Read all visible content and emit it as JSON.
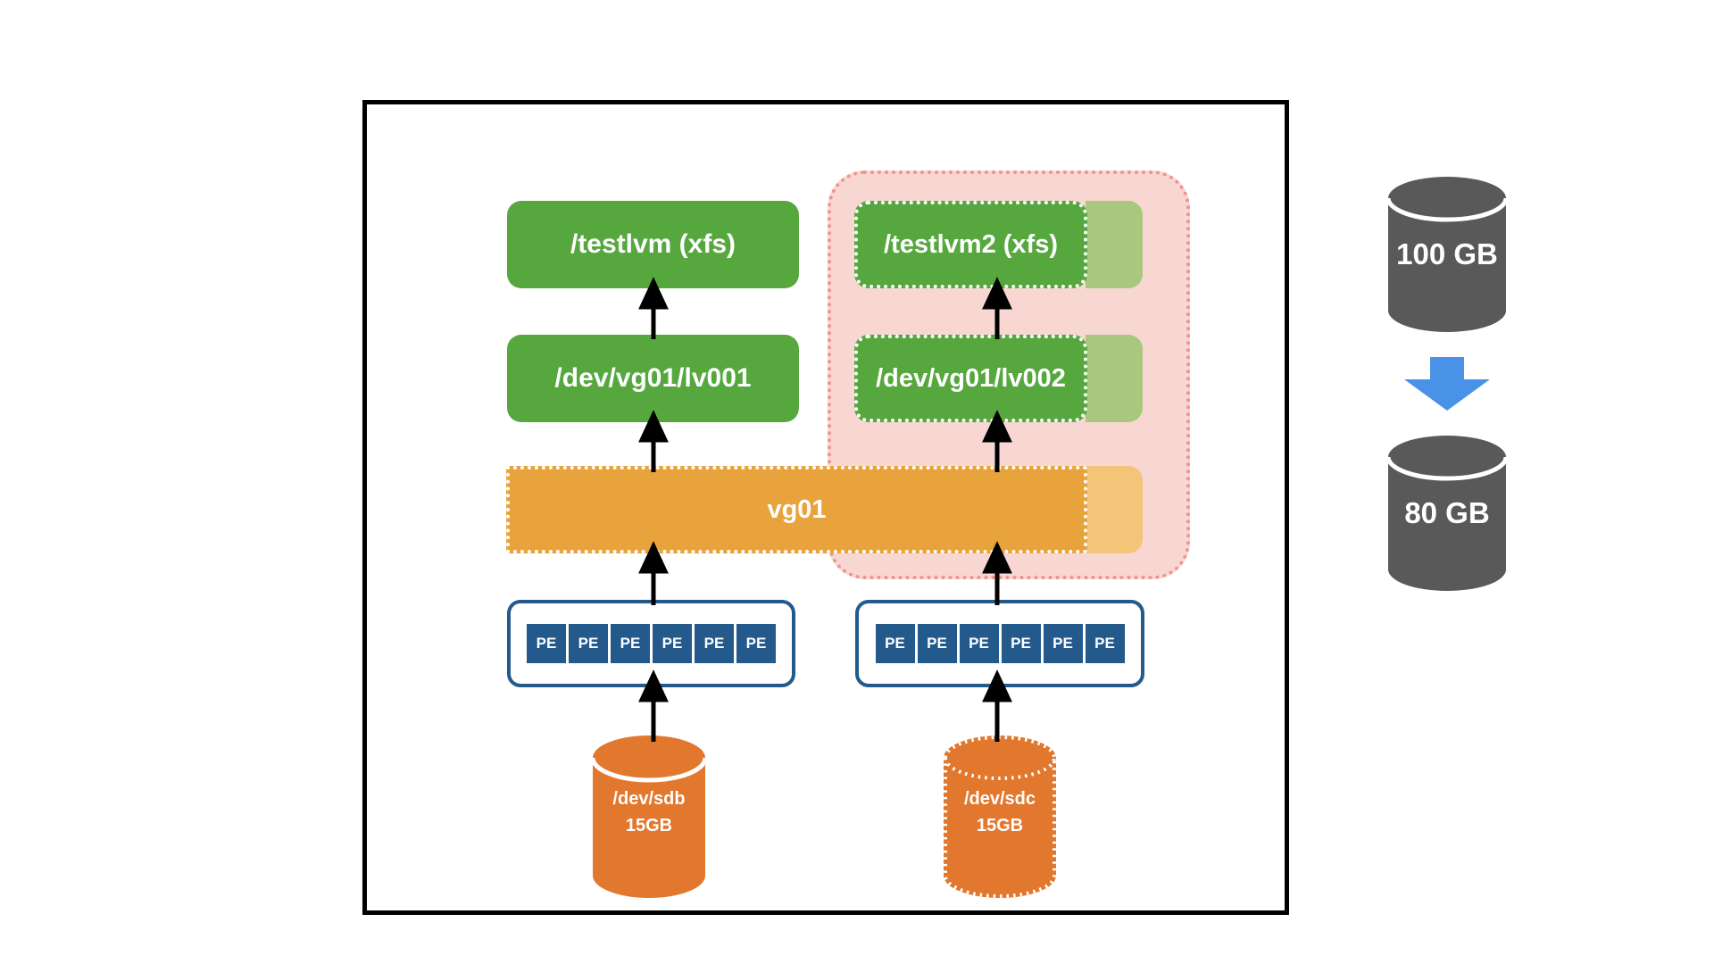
{
  "diagram": {
    "filesystem_left": "/testlvm (xfs)",
    "lv_left": "/dev/vg01/lv001",
    "filesystem_right": "/testlvm2 (xfs)",
    "lv_right": "/dev/vg01/lv002",
    "volume_group": "vg01",
    "pe_left": [
      "PE",
      "PE",
      "PE",
      "PE",
      "PE",
      "PE"
    ],
    "pe_right": [
      "PE",
      "PE",
      "PE",
      "PE",
      "PE",
      "PE"
    ],
    "disk_left": {
      "name": "/dev/sdb",
      "size": "15GB"
    },
    "disk_right": {
      "name": "/dev/sdc",
      "size": "15GB"
    }
  },
  "side_panel": {
    "disk_before": "100 GB",
    "disk_after": "80 GB"
  },
  "colors": {
    "green": "#56A73E",
    "green_light": "#A9C87E",
    "vg_orange": "#E8A33D",
    "vg_orange_light": "#F4C579",
    "pink_fill": "#F8D7D3",
    "pink_border": "#F0938B",
    "disk_orange": "#E2772E",
    "navy": "#24598C",
    "gray": "#595959",
    "blue": "#4A91E8"
  }
}
